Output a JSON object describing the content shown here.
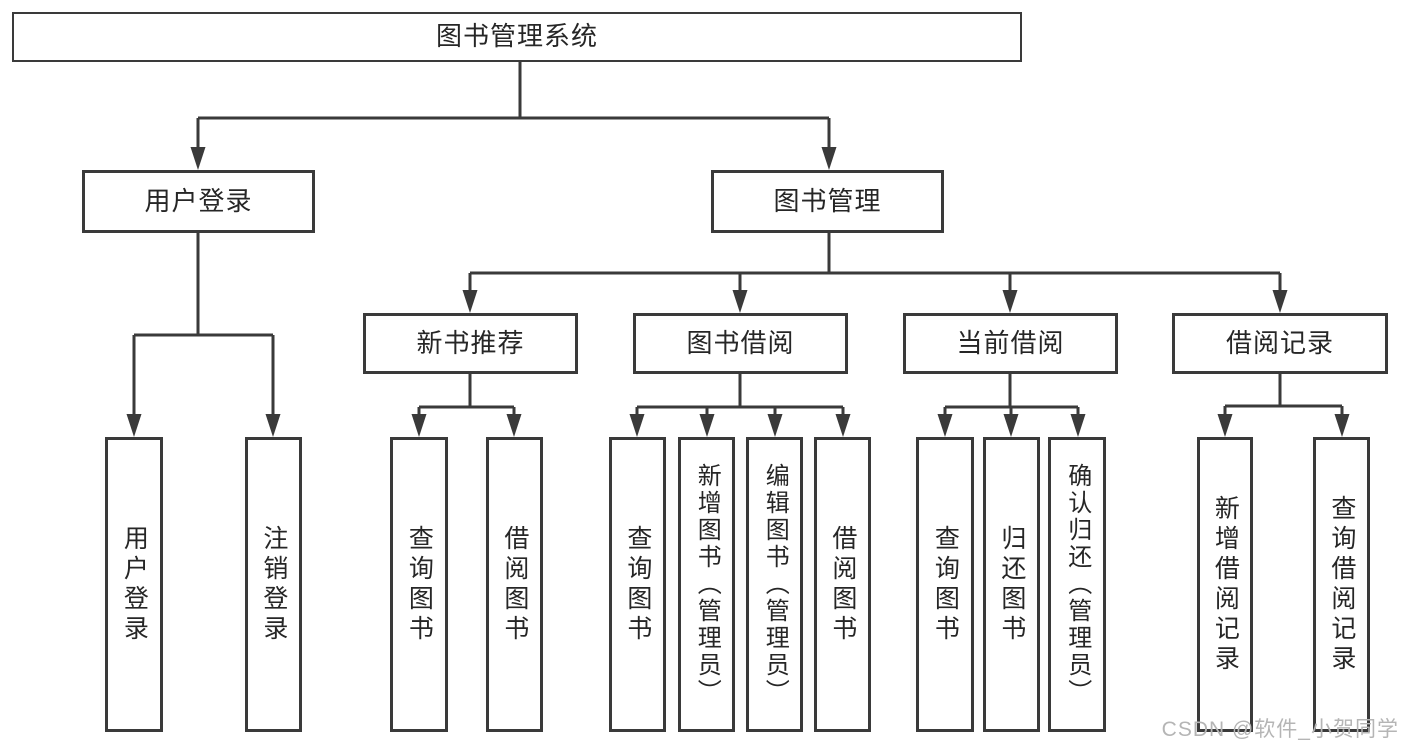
{
  "diagram": {
    "root": {
      "label": "图书管理系统"
    },
    "branches": {
      "user_login": {
        "label": "用户登录",
        "children": [
          {
            "label": "用户登录"
          },
          {
            "label": "注销登录"
          }
        ]
      },
      "book_management": {
        "label": "图书管理",
        "children": [
          {
            "label": "新书推荐",
            "children": [
              {
                "label": "查询图书"
              },
              {
                "label": "借阅图书"
              }
            ]
          },
          {
            "label": "图书借阅",
            "children": [
              {
                "label": "查询图书"
              },
              {
                "label": "新增图书（管理员）"
              },
              {
                "label": "编辑图书（管理员）"
              },
              {
                "label": "借阅图书"
              }
            ]
          },
          {
            "label": "当前借阅",
            "children": [
              {
                "label": "查询图书"
              },
              {
                "label": "归还图书"
              },
              {
                "label": "确认归还（管理员）"
              }
            ]
          },
          {
            "label": "借阅记录",
            "children": [
              {
                "label": "新增借阅记录"
              },
              {
                "label": "查询借阅记录"
              }
            ]
          }
        ]
      }
    }
  },
  "watermark": {
    "text": "CSDN @软件_小贺同学"
  },
  "colors": {
    "line": "#3a3a3a",
    "box_border": "#3a3a3a",
    "text": "#262626",
    "watermark": "#b5b5b5",
    "background": "#ffffff"
  }
}
